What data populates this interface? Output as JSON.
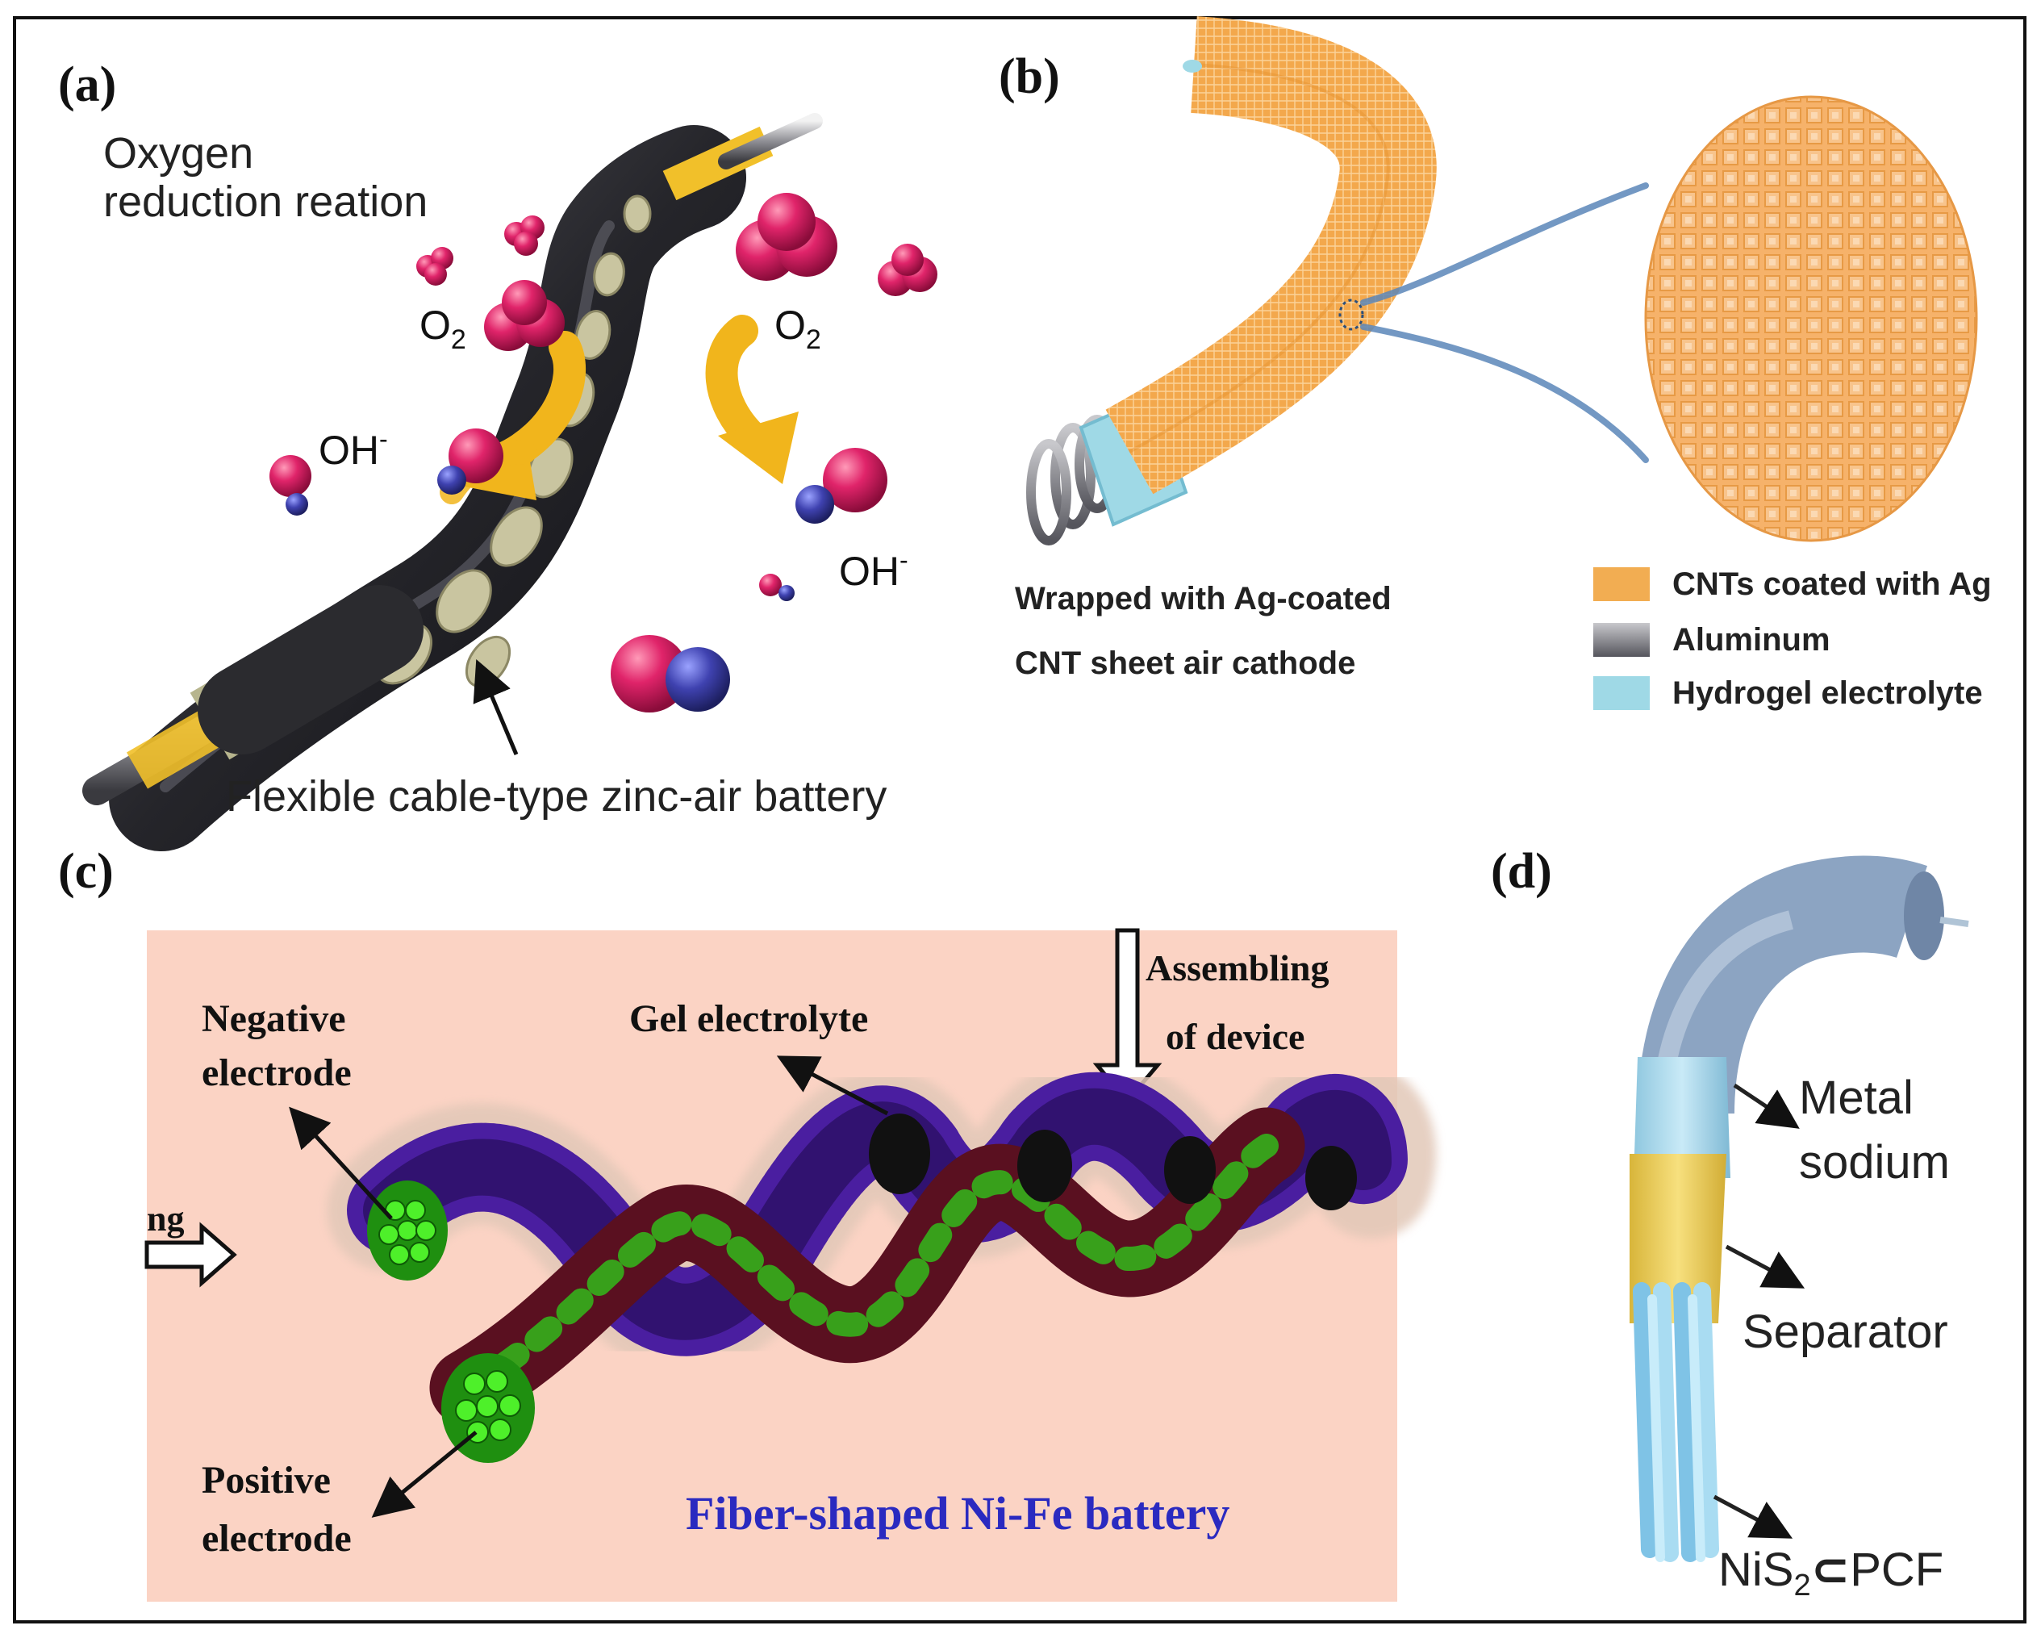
{
  "panels": {
    "a": {
      "tag": "(a)",
      "title_line1": "Oxygen",
      "title_line2": "reduction reation",
      "o2_left": "O",
      "o2_left_sub": "2",
      "o2_right": "O",
      "o2_right_sub": "2",
      "oh_left": "OH",
      "oh_left_sup": "-",
      "oh_right": "OH",
      "oh_right_sup": "-",
      "caption": "Flexible cable-type zinc-air battery"
    },
    "b": {
      "tag": "(b)",
      "caption_line1": "Wrapped with Ag-coated",
      "caption_line2": "CNT sheet air cathode",
      "legend": [
        {
          "label": "CNTs coated with Ag",
          "color": "#f2ad52"
        },
        {
          "label": "Aluminum",
          "color": "#8a8a90"
        },
        {
          "label": "Hydrogel electrolyte",
          "color": "#9fd9e6"
        }
      ]
    },
    "c": {
      "tag": "(c)",
      "assembling_line1": "Assembling",
      "assembling_line2": "of device",
      "gel": "Gel electrolyte",
      "negative_line1": "Negative",
      "negative_line2": "electrode",
      "positive_line1": "Positive",
      "positive_line2": "electrode",
      "title": "Fiber-shaped Ni-Fe battery",
      "partial_label": "ng"
    },
    "d": {
      "tag": "(d)",
      "metal_line1": "Metal",
      "metal_line2": "sodium",
      "separator": "Separator",
      "nis": "NiS",
      "nis_sub": "2",
      "nis_rest": "PCF",
      "subset_symbol": "⊂"
    }
  },
  "colors": {
    "o_atom": "#d81b60",
    "h_atom": "#3d3fa0",
    "arrow_yellow": "#f1b51c",
    "cable_dark": "#2b2b2f",
    "orange_fiber": "#f2ad52",
    "hydrogel": "#9fd9e6",
    "panel_c_bg": "#fbd3c4",
    "fiber_purple": "#4a1ea0",
    "fiber_green": "#2fc41a",
    "title_blue": "#2a2ac0",
    "sodium_blue": "#a8d8ee",
    "separator_yellow": "#f3d35e"
  }
}
